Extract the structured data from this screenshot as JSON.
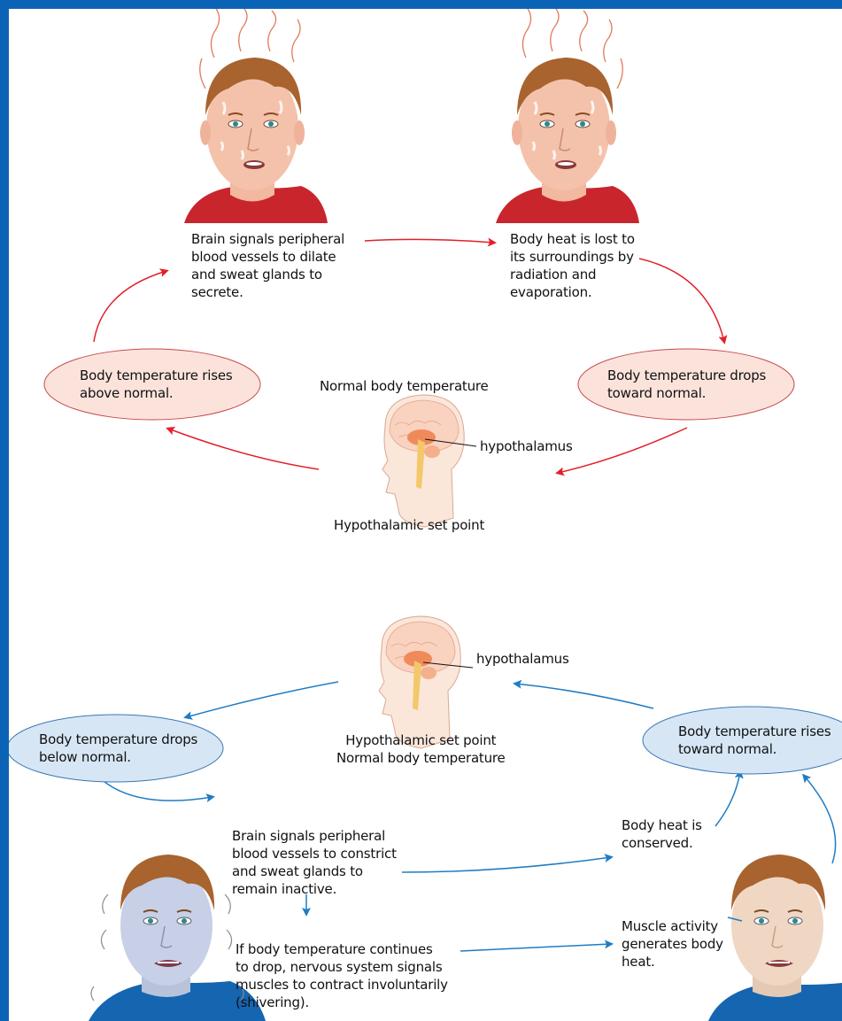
{
  "warm_cycle": {
    "step_brain": "Brain signals peripheral\nblood vessels to dilate\nand sweat glands to\nsecrete.",
    "step_heat_lost": "Body heat is lost to\nits surroundings by\nradiation and\nevaporation.",
    "oval_rises": "Body temperature rises\nabove normal.",
    "oval_drops": "Body temperature drops\ntoward normal.",
    "normal_label": "Normal body temperature",
    "hypothalamus_label": "hypothalamus",
    "set_point_label": "Hypothalamic set point"
  },
  "cold_cycle": {
    "hypothalamus_label": "hypothalamus",
    "oval_drops": "Body temperature drops\nbelow normal.",
    "oval_rises": "Body temperature rises\ntoward normal.",
    "center_label": "Hypothalamic set point\nNormal body temperature",
    "step_brain": "Brain signals peripheral\nblood vessels to constrict\nand sweat glands to\nremain inactive.",
    "step_heat_conserved": "Body heat is\nconserved.",
    "step_shivering": "If body temperature continues\nto drop, nervous system signals\nmuscles to contract involuntarily\n(shivering).",
    "step_muscle": "Muscle activity\ngenerates body\nheat."
  },
  "colors": {
    "frame_blue": "#0b63b5",
    "warm_arrow": "#e2202a",
    "warm_oval_fill": "#fbe3dc",
    "cold_arrow": "#1f7cc4",
    "cold_oval_fill": "#d7e6f5",
    "shirt_red": "#c9252c",
    "shirt_blue": "#1565b0"
  }
}
